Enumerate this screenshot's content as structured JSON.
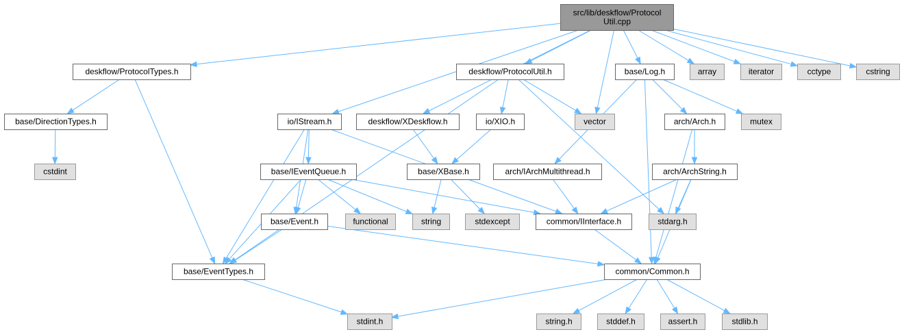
{
  "colors": {
    "root_fill": "#999999",
    "root_stroke": "#666666",
    "local_fill": "#ffffff",
    "local_stroke": "#666666",
    "system_fill": "#e0e0e0",
    "system_stroke": "#999999",
    "edge": "#63b8ff",
    "text": "#000000"
  },
  "nodes": [
    {
      "id": "root",
      "lines": [
        "src/lib/deskflow/Protocol",
        "Util.cpp"
      ],
      "kind": "root"
    },
    {
      "id": "protocoltypes",
      "lines": [
        "deskflow/ProtocolTypes.h"
      ],
      "kind": "local"
    },
    {
      "id": "protocolutil_h",
      "lines": [
        "deskflow/ProtocolUtil.h"
      ],
      "kind": "local"
    },
    {
      "id": "base_log",
      "lines": [
        "base/Log.h"
      ],
      "kind": "local"
    },
    {
      "id": "array",
      "lines": [
        "array"
      ],
      "kind": "system"
    },
    {
      "id": "iterator",
      "lines": [
        "iterator"
      ],
      "kind": "system"
    },
    {
      "id": "cctype",
      "lines": [
        "cctype"
      ],
      "kind": "system"
    },
    {
      "id": "cstring",
      "lines": [
        "cstring"
      ],
      "kind": "system"
    },
    {
      "id": "directiontypes",
      "lines": [
        "base/DirectionTypes.h"
      ],
      "kind": "local"
    },
    {
      "id": "istream",
      "lines": [
        "io/IStream.h"
      ],
      "kind": "local"
    },
    {
      "id": "xdeskflow",
      "lines": [
        "deskflow/XDeskflow.h"
      ],
      "kind": "local"
    },
    {
      "id": "xio",
      "lines": [
        "io/XIO.h"
      ],
      "kind": "local"
    },
    {
      "id": "vector",
      "lines": [
        "vector"
      ],
      "kind": "system"
    },
    {
      "id": "arch",
      "lines": [
        "arch/Arch.h"
      ],
      "kind": "local"
    },
    {
      "id": "mutex",
      "lines": [
        "mutex"
      ],
      "kind": "system"
    },
    {
      "id": "cstdint",
      "lines": [
        "cstdint"
      ],
      "kind": "system"
    },
    {
      "id": "ieventqueue",
      "lines": [
        "base/IEventQueue.h"
      ],
      "kind": "local"
    },
    {
      "id": "xbase",
      "lines": [
        "base/XBase.h"
      ],
      "kind": "local"
    },
    {
      "id": "iarchmultithread",
      "lines": [
        "arch/IArchMultithread.h"
      ],
      "kind": "local"
    },
    {
      "id": "archstring",
      "lines": [
        "arch/ArchString.h"
      ],
      "kind": "local"
    },
    {
      "id": "event",
      "lines": [
        "base/Event.h"
      ],
      "kind": "local"
    },
    {
      "id": "functional",
      "lines": [
        "functional"
      ],
      "kind": "system"
    },
    {
      "id": "string",
      "lines": [
        "string"
      ],
      "kind": "system"
    },
    {
      "id": "stdexcept",
      "lines": [
        "stdexcept"
      ],
      "kind": "system"
    },
    {
      "id": "iinterface",
      "lines": [
        "common/IInterface.h"
      ],
      "kind": "local"
    },
    {
      "id": "stdarg",
      "lines": [
        "stdarg.h"
      ],
      "kind": "system"
    },
    {
      "id": "eventtypes",
      "lines": [
        "base/EventTypes.h"
      ],
      "kind": "local"
    },
    {
      "id": "common",
      "lines": [
        "common/Common.h"
      ],
      "kind": "local"
    },
    {
      "id": "stdint",
      "lines": [
        "stdint.h"
      ],
      "kind": "system"
    },
    {
      "id": "string_h",
      "lines": [
        "string.h"
      ],
      "kind": "system"
    },
    {
      "id": "stddef",
      "lines": [
        "stddef.h"
      ],
      "kind": "system"
    },
    {
      "id": "assert",
      "lines": [
        "assert.h"
      ],
      "kind": "system"
    },
    {
      "id": "stdlib",
      "lines": [
        "stdlib.h"
      ],
      "kind": "system"
    }
  ],
  "edges": [
    [
      "root",
      "protocoltypes"
    ],
    [
      "root",
      "protocolutil_h"
    ],
    [
      "root",
      "base_log"
    ],
    [
      "root",
      "array"
    ],
    [
      "root",
      "iterator"
    ],
    [
      "root",
      "cctype"
    ],
    [
      "root",
      "cstring"
    ],
    [
      "root",
      "istream"
    ],
    [
      "root",
      "xdeskflow"
    ],
    [
      "root",
      "vector"
    ],
    [
      "protocoltypes",
      "directiontypes"
    ],
    [
      "protocoltypes",
      "eventtypes"
    ],
    [
      "directiontypes",
      "cstdint"
    ],
    [
      "protocolutil_h",
      "eventtypes"
    ],
    [
      "protocolutil_h",
      "xio"
    ],
    [
      "protocolutil_h",
      "vector"
    ],
    [
      "protocolutil_h",
      "stdarg"
    ],
    [
      "base_log",
      "arch"
    ],
    [
      "base_log",
      "mutex"
    ],
    [
      "base_log",
      "iarchmultithread"
    ],
    [
      "base_log",
      "common"
    ],
    [
      "istream",
      "ieventqueue"
    ],
    [
      "istream",
      "event"
    ],
    [
      "istream",
      "eventtypes"
    ],
    [
      "istream",
      "iinterface"
    ],
    [
      "xdeskflow",
      "xbase"
    ],
    [
      "xio",
      "xbase"
    ],
    [
      "arch",
      "archstring"
    ],
    [
      "arch",
      "common"
    ],
    [
      "ieventqueue",
      "event"
    ],
    [
      "ieventqueue",
      "eventtypes"
    ],
    [
      "ieventqueue",
      "functional"
    ],
    [
      "ieventqueue",
      "string"
    ],
    [
      "ieventqueue",
      "iinterface"
    ],
    [
      "xbase",
      "string"
    ],
    [
      "xbase",
      "stdexcept"
    ],
    [
      "iarchmultithread",
      "iinterface"
    ],
    [
      "archstring",
      "iinterface"
    ],
    [
      "archstring",
      "stdarg"
    ],
    [
      "archstring",
      "common"
    ],
    [
      "event",
      "eventtypes"
    ],
    [
      "event",
      "common"
    ],
    [
      "iinterface",
      "common"
    ],
    [
      "eventtypes",
      "stdint"
    ],
    [
      "common",
      "stdint"
    ],
    [
      "common",
      "string_h"
    ],
    [
      "common",
      "stddef"
    ],
    [
      "common",
      "assert"
    ],
    [
      "common",
      "stdlib"
    ]
  ]
}
